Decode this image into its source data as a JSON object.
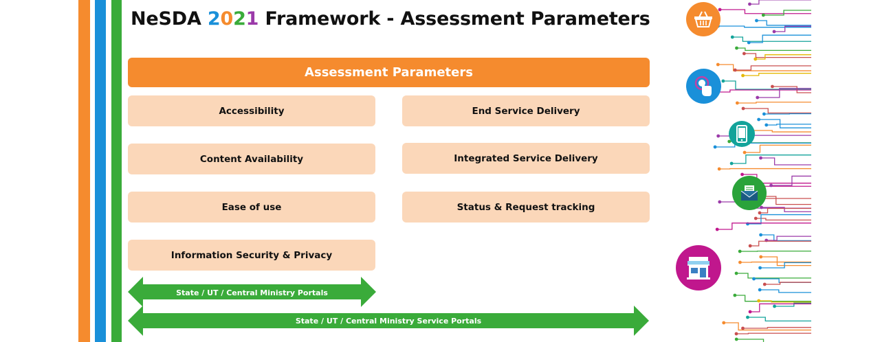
{
  "title": {
    "prefix": "NeSDA ",
    "year_digits": [
      "2",
      "0",
      "2",
      "1"
    ],
    "suffix": " Framework - Assessment Parameters"
  },
  "colors": {
    "stripe_orange": "#f58b2e",
    "stripe_blue": "#1a90d9",
    "stripe_green": "#3aab3a",
    "year": [
      "#1a90d9",
      "#f58b2e",
      "#3aab3a",
      "#9b3aa9"
    ],
    "header": "#f58b2e",
    "box": "#fbd7b9",
    "arrow": "#3aab3a"
  },
  "header": {
    "label": "Assessment Parameters"
  },
  "left_params": [
    "Accessibility",
    "Content Availability",
    "Ease of use",
    "Information Security & Privacy"
  ],
  "right_params": [
    "End Service Delivery",
    "Integrated Service Delivery",
    "Status & Request tracking"
  ],
  "arrows": {
    "short_label": "State / UT / Central Ministry Portals",
    "long_label": "State / UT / Central Ministry Service Portals"
  },
  "icons": [
    "shopping-basket-icon",
    "touch-finger-icon",
    "smartphone-icon",
    "email-icon",
    "shop-icon"
  ]
}
